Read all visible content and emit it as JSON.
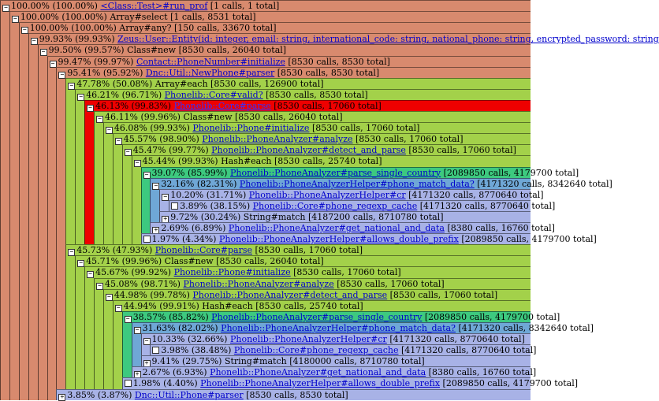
{
  "colors": {
    "salmon": "#d88a6e",
    "lime": "#a3d14a",
    "red": "#ee0000",
    "green": "#3dc97f",
    "blue": "#6fa7d6",
    "periwinkle": "#a8b2e6"
  },
  "rows": [
    {
      "pct": "100.00% (100.00%)",
      "method": "<Class::Test>#run_prof",
      "linked": true,
      "stats": "[1 calls, 1 total]",
      "depth": 0,
      "color": "salmon",
      "toggle": "minus"
    },
    {
      "pct": "100.00% (100.00%)",
      "method": "Array#select",
      "linked": false,
      "stats": "[1 calls, 8531 total]",
      "depth": 1,
      "color": "salmon",
      "toggle": "minus"
    },
    {
      "pct": "100.00% (100.00%)",
      "method": "Array#any?",
      "linked": false,
      "stats": "[150 calls, 33670 total]",
      "depth": 2,
      "color": "salmon",
      "toggle": "minus"
    },
    {
      "pct": "99.93% (99.93%)",
      "method": "Zeus::User::Entity(id: integer, email: string, international_code: string, national_phone: string, encrypted_password: string",
      "linked": true,
      "stats": "",
      "depth": 3,
      "color": "salmon",
      "toggle": "minus"
    },
    {
      "pct": "99.50% (99.57%)",
      "method": "Class#new",
      "linked": false,
      "stats": "[8530 calls, 26040 total]",
      "depth": 4,
      "color": "salmon",
      "toggle": "minus"
    },
    {
      "pct": "99.47% (99.97%)",
      "method": "Contact::PhoneNumber#initialize",
      "linked": true,
      "stats": "[8530 calls, 8530 total]",
      "depth": 5,
      "color": "salmon",
      "toggle": "minus"
    },
    {
      "pct": "95.41% (95.92%)",
      "method": "Dnc::Util::NewPhone#parser",
      "linked": true,
      "stats": "[8530 calls, 8530 total]",
      "depth": 6,
      "color": "salmon",
      "toggle": "minus"
    },
    {
      "pct": "47.78% (50.08%)",
      "method": "Array#each",
      "linked": false,
      "stats": "[8530 calls, 126900 total]",
      "depth": 7,
      "color": "lime",
      "toggle": "minus"
    },
    {
      "pct": "46.21% (96.71%)",
      "method": "Phonelib::Core#valid?",
      "linked": true,
      "stats": "[8530 calls, 8530 total]",
      "depth": 8,
      "color": "lime",
      "toggle": "minus"
    },
    {
      "pct": "46.13% (99.83%)",
      "method": "Phonelib::Core#parse",
      "linked": true,
      "stats": "[8530 calls, 17060 total]",
      "depth": 9,
      "color": "red",
      "toggle": "minus"
    },
    {
      "pct": "46.11% (99.96%)",
      "method": "Class#new",
      "linked": false,
      "stats": "[8530 calls, 26040 total]",
      "depth": 10,
      "color": "lime",
      "toggle": "minus"
    },
    {
      "pct": "46.08% (99.93%)",
      "method": "Phonelib::Phone#initialize",
      "linked": true,
      "stats": "[8530 calls, 17060 total]",
      "depth": 11,
      "color": "lime",
      "toggle": "minus"
    },
    {
      "pct": "45.57% (98.90%)",
      "method": "Phonelib::PhoneAnalyzer#analyze",
      "linked": true,
      "stats": "[8530 calls, 17060 total]",
      "depth": 12,
      "color": "lime",
      "toggle": "minus"
    },
    {
      "pct": "45.47% (99.77%)",
      "method": "Phonelib::PhoneAnalyzer#detect_and_parse",
      "linked": true,
      "stats": "[8530 calls, 17060 total]",
      "depth": 13,
      "color": "lime",
      "toggle": "minus"
    },
    {
      "pct": "45.44% (99.93%)",
      "method": "Hash#each",
      "linked": false,
      "stats": "[8530 calls, 25740 total]",
      "depth": 14,
      "color": "lime",
      "toggle": "minus"
    },
    {
      "pct": "39.07% (85.99%)",
      "method": "Phonelib::PhoneAnalyzer#parse_single_country",
      "linked": true,
      "stats": "[2089850 calls, 4179700 total]",
      "depth": 15,
      "color": "green",
      "toggle": "minus"
    },
    {
      "pct": "32.16% (82.31%)",
      "method": "Phonelib::PhoneAnalyzerHelper#phone_match_data?",
      "linked": true,
      "stats": "[4171320 calls, 8342640 total]",
      "depth": 16,
      "color": "blue",
      "toggle": "minus"
    },
    {
      "pct": "10.20% (31.71%)",
      "method": "Phonelib::PhoneAnalyzerHelper#cr",
      "linked": true,
      "stats": "[4171320 calls, 8770640 total]",
      "depth": 17,
      "color": "periwinkle",
      "toggle": "minus"
    },
    {
      "pct": "3.89% (38.15%)",
      "method": "Phonelib::Core#phone_regexp_cache",
      "linked": true,
      "stats": "[4171320 calls, 8770640 total]",
      "depth": 18,
      "color": "periwinkle",
      "toggle": "none"
    },
    {
      "pct": "9.72% (30.24%)",
      "method": "String#match",
      "linked": false,
      "stats": "[4187200 calls, 8710780 total]",
      "depth": 17,
      "color": "periwinkle",
      "toggle": "plus"
    },
    {
      "pct": "2.69% (6.89%)",
      "method": "Phonelib::PhoneAnalyzer#get_national_and_data",
      "linked": true,
      "stats": "[8380 calls, 16760 total]",
      "depth": 16,
      "color": "periwinkle",
      "toggle": "plus"
    },
    {
      "pct": "1.97% (4.34%)",
      "method": "Phonelib::PhoneAnalyzerHelper#allows_double_prefix",
      "linked": true,
      "stats": "[2089850 calls, 4179700 total]",
      "depth": 15,
      "color": "periwinkle",
      "toggle": "none"
    },
    {
      "pct": "45.73% (47.93%)",
      "method": "Phonelib::Core#parse",
      "linked": true,
      "stats": "[8530 calls, 17060 total]",
      "depth": 7,
      "color": "lime",
      "toggle": "minus"
    },
    {
      "pct": "45.71% (99.96%)",
      "method": "Class#new",
      "linked": false,
      "stats": "[8530 calls, 26040 total]",
      "depth": 8,
      "color": "lime",
      "toggle": "minus"
    },
    {
      "pct": "45.67% (99.92%)",
      "method": "Phonelib::Phone#initialize",
      "linked": true,
      "stats": "[8530 calls, 17060 total]",
      "depth": 9,
      "color": "lime",
      "toggle": "minus"
    },
    {
      "pct": "45.08% (98.71%)",
      "method": "Phonelib::PhoneAnalyzer#analyze",
      "linked": true,
      "stats": "[8530 calls, 17060 total]",
      "depth": 10,
      "color": "lime",
      "toggle": "minus"
    },
    {
      "pct": "44.98% (99.78%)",
      "method": "Phonelib::PhoneAnalyzer#detect_and_parse",
      "linked": true,
      "stats": "[8530 calls, 17060 total]",
      "depth": 11,
      "color": "lime",
      "toggle": "minus"
    },
    {
      "pct": "44.94% (99.91%)",
      "method": "Hash#each",
      "linked": false,
      "stats": "[8530 calls, 25740 total]",
      "depth": 12,
      "color": "lime",
      "toggle": "minus"
    },
    {
      "pct": "38.57% (85.82%)",
      "method": "Phonelib::PhoneAnalyzer#parse_single_country",
      "linked": true,
      "stats": "[2089850 calls, 4179700 total]",
      "depth": 13,
      "color": "green",
      "toggle": "minus"
    },
    {
      "pct": "31.63% (82.02%)",
      "method": "Phonelib::PhoneAnalyzerHelper#phone_match_data?",
      "linked": true,
      "stats": "[4171320 calls, 8342640 total]",
      "depth": 14,
      "color": "blue",
      "toggle": "minus"
    },
    {
      "pct": "10.33% (32.66%)",
      "method": "Phonelib::PhoneAnalyzerHelper#cr",
      "linked": true,
      "stats": "[4171320 calls, 8770640 total]",
      "depth": 15,
      "color": "periwinkle",
      "toggle": "minus"
    },
    {
      "pct": "3.98% (38.48%)",
      "method": "Phonelib::Core#phone_regexp_cache",
      "linked": true,
      "stats": "[4171320 calls, 8770640 total]",
      "depth": 16,
      "color": "periwinkle",
      "toggle": "none"
    },
    {
      "pct": "9.41% (29.75%)",
      "method": "String#match",
      "linked": false,
      "stats": "[4180000 calls, 8710780 total]",
      "depth": 15,
      "color": "periwinkle",
      "toggle": "plus"
    },
    {
      "pct": "2.67% (6.93%)",
      "method": "Phonelib::PhoneAnalyzer#get_national_and_data",
      "linked": true,
      "stats": "[8380 calls, 16760 total]",
      "depth": 14,
      "color": "periwinkle",
      "toggle": "plus"
    },
    {
      "pct": "1.98% (4.40%)",
      "method": "Phonelib::PhoneAnalyzerHelper#allows_double_prefix",
      "linked": true,
      "stats": "[2089850 calls, 4179700 total]",
      "depth": 13,
      "color": "periwinkle",
      "toggle": "none"
    },
    {
      "pct": "3.85% (3.87%)",
      "method": "Dnc::Util::Phone#parser",
      "linked": true,
      "stats": "[8530 calls, 8530 total]",
      "depth": 6,
      "color": "periwinkle",
      "toggle": "plus"
    }
  ]
}
